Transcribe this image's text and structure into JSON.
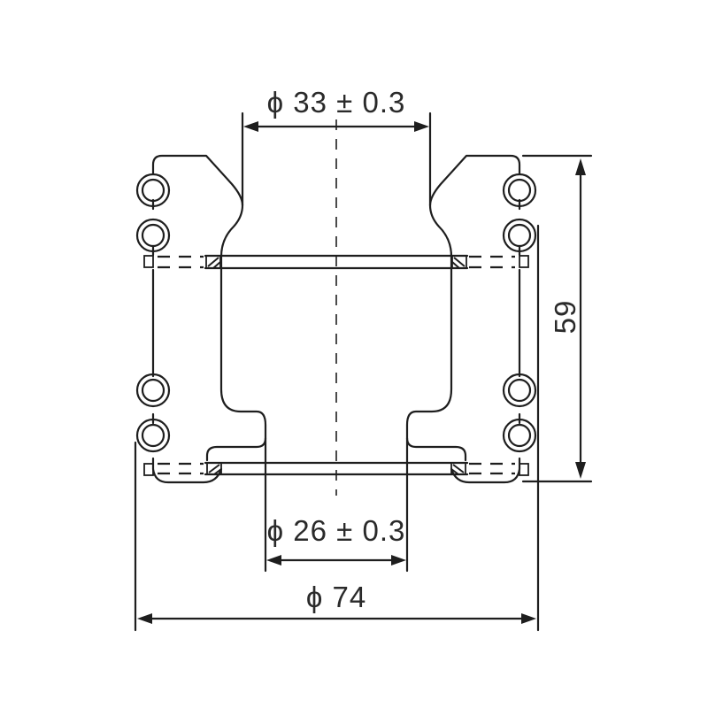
{
  "drawing": {
    "type": "mechanical section drawing (spring bellows / coupling)",
    "stroke_color": "#1e1e1e",
    "background": "#ffffff"
  },
  "dimensions": {
    "top_diameter": {
      "symbol": "ϕ",
      "value": "33 ± 0.3",
      "label": "ϕ 33 ± 0.3"
    },
    "bottom_diameter": {
      "symbol": "ϕ",
      "value": "26 ± 0.3",
      "label": "ϕ 26 ± 0.3"
    },
    "outer_diameter": {
      "symbol": "ϕ",
      "value": "74",
      "label": "ϕ 74"
    },
    "height": {
      "value": "59",
      "label": "59"
    }
  },
  "features": {
    "coil_rings_per_side": 4,
    "centerline": "vertical dashed"
  }
}
